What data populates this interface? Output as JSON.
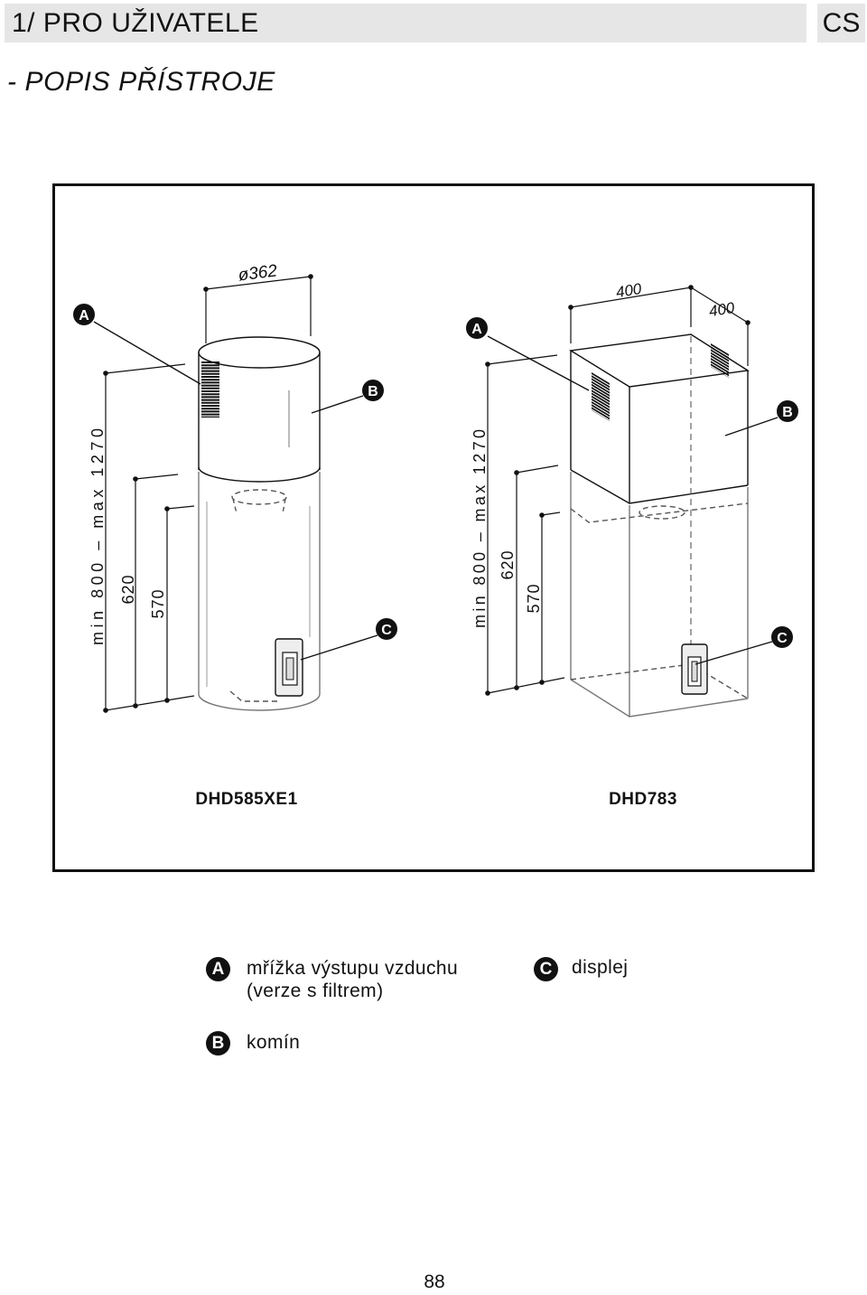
{
  "header": {
    "title": "1/ PRO UŽIVATELE",
    "language": "CS"
  },
  "section_title": "- POPIS PŘÍSTROJE",
  "figure": {
    "left": {
      "model": "DHD585XE1",
      "callouts": {
        "a": "A",
        "b": "B",
        "c": "C"
      },
      "dimensions": {
        "diameter": "ø362",
        "height_range": "min 800 – max 1270",
        "height_620": "620",
        "height_570": "570"
      }
    },
    "right": {
      "model": "DHD783",
      "callouts": {
        "a": "A",
        "b": "B",
        "c": "C"
      },
      "dimensions": {
        "width": "400",
        "depth": "400",
        "height_range": "min 800 – max 1270",
        "height_620": "620",
        "height_570": "570"
      }
    }
  },
  "legend": {
    "a": {
      "key": "A",
      "lines": [
        "mřížka výstupu vzduchu",
        "(verze s filtrem)"
      ]
    },
    "c": {
      "key": "C",
      "lines": [
        "displej"
      ]
    },
    "b": {
      "key": "B",
      "lines": [
        "komín"
      ]
    }
  },
  "page_number": "88",
  "colors": {
    "header_background": "#e6e6e6",
    "ink": "#111111"
  }
}
